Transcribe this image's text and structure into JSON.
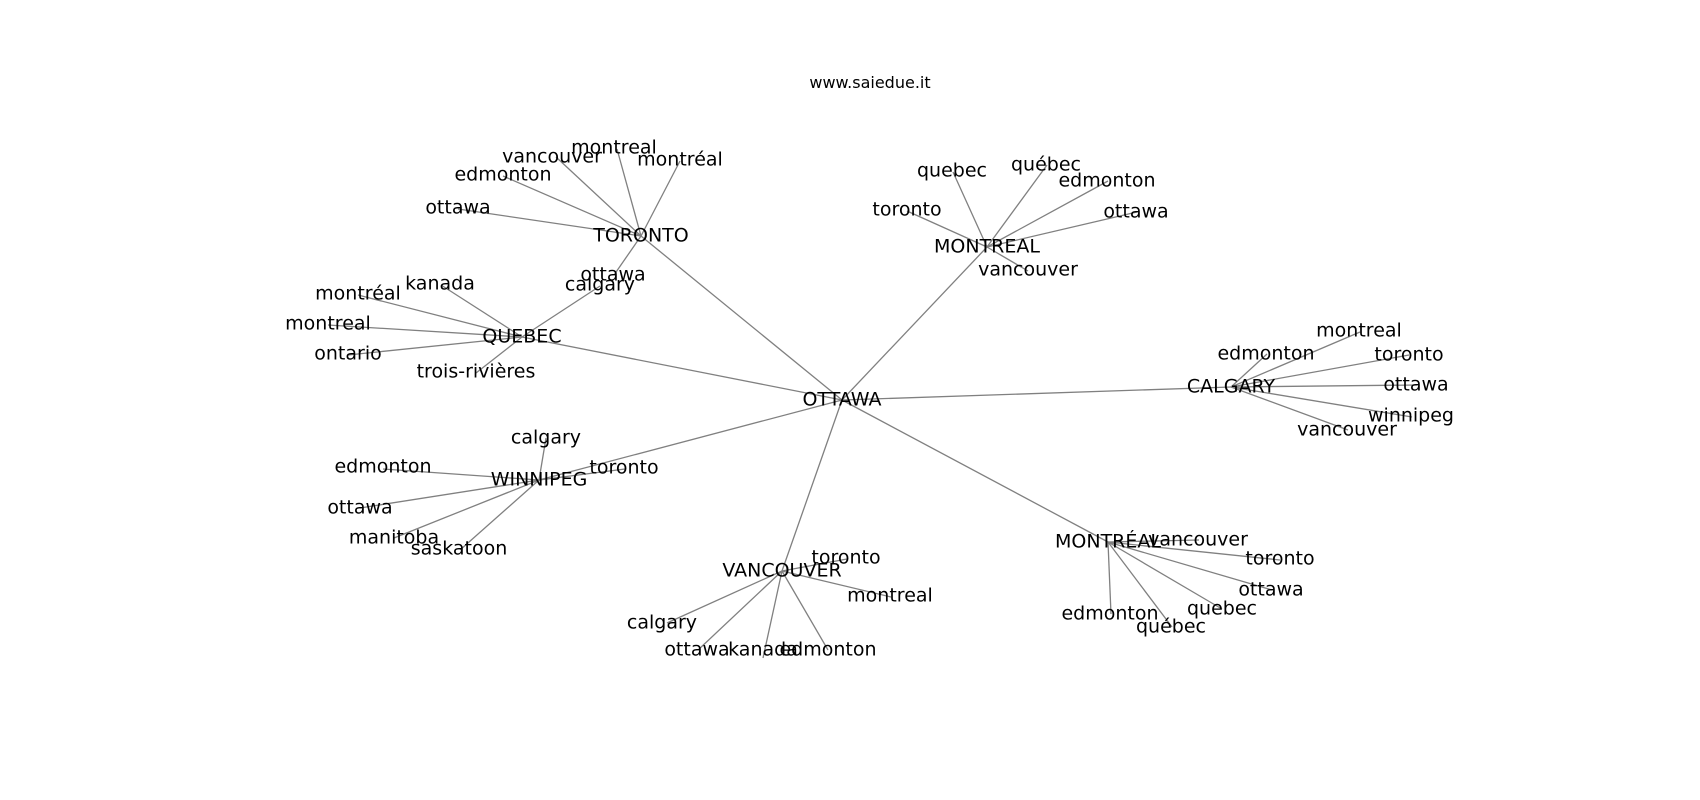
{
  "page": {
    "title": "www.saiedue.it"
  },
  "graph": {
    "center": "OTTAWA",
    "hubs": [
      {
        "id": "TORONTO",
        "label": "TORONTO",
        "leaves": [
          "ottawa",
          "edmonton",
          "vancouver",
          "montreal",
          "montréal",
          "ottawa"
        ]
      },
      {
        "id": "MONTREAL",
        "label": "MONTREAL",
        "leaves": [
          "toronto",
          "quebec",
          "québec",
          "edmonton",
          "ottawa",
          "vancouver"
        ]
      },
      {
        "id": "QUEBEC",
        "label": "QUEBEC",
        "leaves": [
          "montréal",
          "kanada",
          "calgary",
          "montreal",
          "ontario",
          "trois-rivières"
        ]
      },
      {
        "id": "CALGARY",
        "label": "CALGARY",
        "leaves": [
          "edmonton",
          "montreal",
          "toronto",
          "ottawa",
          "winnipeg",
          "vancouver"
        ]
      },
      {
        "id": "WINNIPEG",
        "label": "WINNIPEG",
        "leaves": [
          "calgary",
          "edmonton",
          "toronto",
          "ottawa",
          "manitoba",
          "saskatoon"
        ]
      },
      {
        "id": "VANCOUVER",
        "label": "VANCOUVER",
        "leaves": [
          "toronto",
          "montreal",
          "calgary",
          "ottawa",
          "kanada",
          "edmonton"
        ]
      },
      {
        "id": "MONTREAL2",
        "label": "MONTRÉAL",
        "leaves": [
          "vancouver",
          "toronto",
          "ottawa",
          "quebec",
          "québec",
          "edmonton"
        ]
      }
    ]
  }
}
